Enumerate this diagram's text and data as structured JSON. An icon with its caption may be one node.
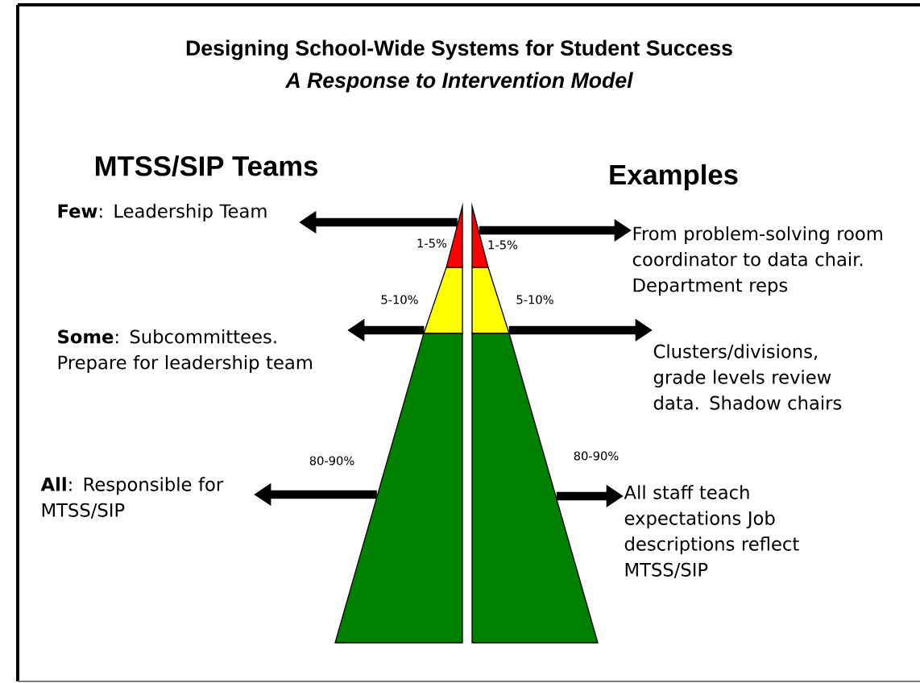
{
  "diagram": {
    "title": "Designing School-Wide Systems for Student Success",
    "nodes": [
      {
        "text": [],
        "shape": "triangle",
        "beside": [
          "1-5%"
        ]
      },
      {
        "text": [],
        "shape": "trapezoid",
        "beside": [
          "5-10%"
        ]
      },
      {
        "text": [],
        "shape": "trapezoid",
        "beside": [
          "80-90%"
        ]
      },
      {
        "text": [],
        "shape": "triangle",
        "beside": [
          "1-5%"
        ]
      },
      {
        "text": [],
        "shape": "trapezoid",
        "beside": [
          "5-10%"
        ]
      },
      {
        "text": [],
        "shape": "trapezoid",
        "beside": [
          "80-90%"
        ]
      },
      {
        "text": [
          "**Few**: Leadership Team"
        ]
      },
      {
        "text": [
          "**Some**: Subcommittees. Prepare for leadership team"
        ]
      },
      {
        "text": [
          "**All**: Responsible for MTSS/SIP"
        ]
      },
      {
        "text": [
          "From problem-solving room coordinator to data chair. Department reps"
        ]
      },
      {
        "text": [
          "Clusters/divisions, grade levels review data. Shadow chairs"
        ]
      },
      {
        "text": [
          "All staff teach expectations Job descriptions reflect MTSS/SIP"
        ]
      }
    ],
    "edges": [
      {
        "from": 0,
        "to": 6,
        "arrow": "to"
      },
      {
        "from": 1,
        "to": 7,
        "arrow": "to"
      },
      {
        "from": 2,
        "to": 8,
        "arrow": "to"
      },
      {
        "from": 3,
        "to": 9,
        "arrow": "to"
      },
      {
        "from": 4,
        "to": 10,
        "arrow": "to"
      },
      {
        "from": 5,
        "to": 11,
        "arrow": "to"
      }
    ],
    "labels": [
      "A Response to Intervention Model",
      "MTSS/SIP Teams",
      "Examples"
    ]
  }
}
